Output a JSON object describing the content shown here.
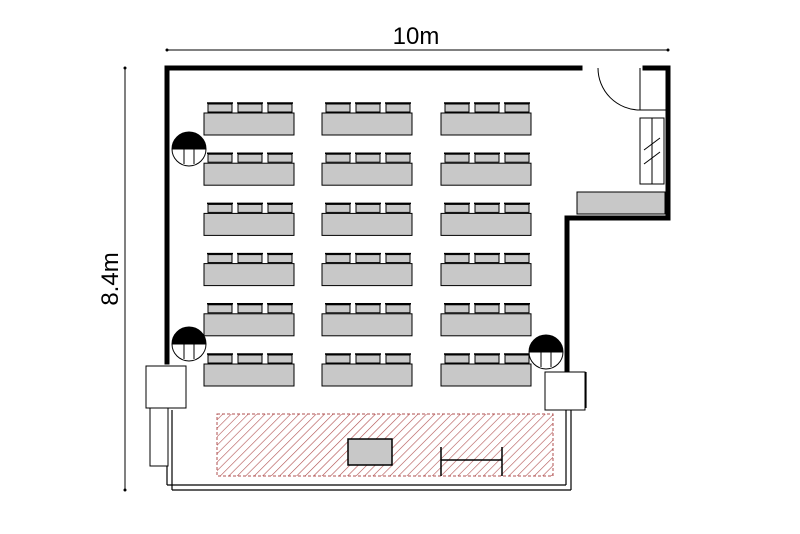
{
  "dimensions": {
    "width_label": "10m",
    "height_label": "8.4m"
  },
  "layout": {
    "table_rows": 6,
    "table_columns": 3,
    "chairs_per_table": 3
  },
  "colors": {
    "wall": "#000000",
    "table_fill": "#c8c8c8",
    "stage_hatch": "#b05050",
    "pillar_dark": "#000000",
    "background": "#ffffff"
  },
  "icons": {
    "pillar": "pillar-icon",
    "door": "door-swing-icon",
    "stage": "stage-area"
  }
}
